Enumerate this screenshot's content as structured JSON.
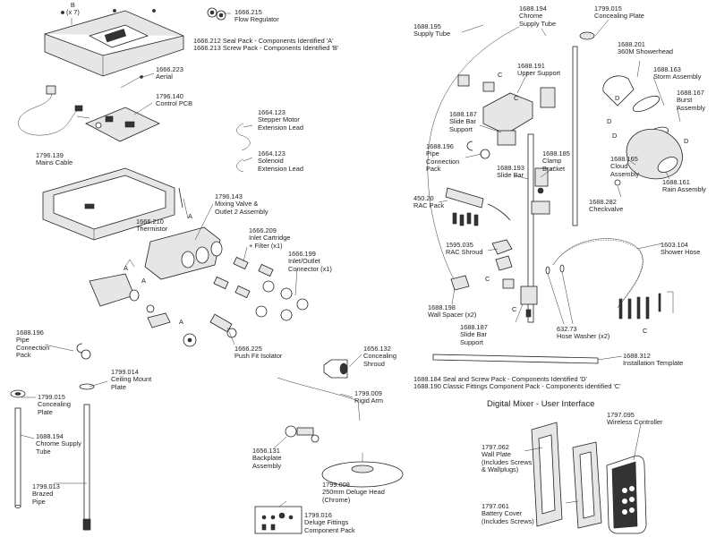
{
  "section_title": "Digital Mixer - User Interface",
  "parts": [
    {
      "key": "p_b7",
      "text": "B\n(x 7)"
    },
    {
      "key": "p_1666_215",
      "text": "1666.215\nFlow Regulator"
    },
    {
      "key": "p_1666_212",
      "text": "1666.212 Seal Pack - Components Identified 'A'\n1666.213 Screw Pack - Components Identified 'B'"
    },
    {
      "key": "p_1666_223",
      "text": "1666.223\nAerial"
    },
    {
      "key": "p_1796_140",
      "text": "1796.140\nControl PCB"
    },
    {
      "key": "p_1796_139",
      "text": "1796.139\nMains Cable"
    },
    {
      "key": "p_1664_123a",
      "text": "1664.123\nStepper Motor\nExtension Lead"
    },
    {
      "key": "p_1664_123b",
      "text": "1664.123\nSolenoid\nExtension Lead"
    },
    {
      "key": "p_1796_143",
      "text": "1796.143\nMixing Valve &\nOutlet 2 Assembly"
    },
    {
      "key": "p_1666_210",
      "text": "1666.210\nThermistor"
    },
    {
      "key": "p_1666_209",
      "text": "1666.209\nInlet Cartridge\n+ Filter (x1)"
    },
    {
      "key": "p_1666_199",
      "text": "1666.199\nInlet/Outlet\nConnector (x1)"
    },
    {
      "key": "p_1666_225",
      "text": "1666.225\nPush Fit Isolator"
    },
    {
      "key": "p_1688_196a",
      "text": "1688.196\nPipe\nConnection\nPack"
    },
    {
      "key": "p_1799_014",
      "text": "1799.014\nCeiling Mount\nPlate"
    },
    {
      "key": "p_1799_015a",
      "text": "1799.015\nConcealing\nPlate"
    },
    {
      "key": "p_1688_194a",
      "text": "1688.194\nChrome Supply\nTube"
    },
    {
      "key": "p_1799_013",
      "text": "1799.013\nBrazed\nPipe"
    },
    {
      "key": "p_1656_132",
      "text": "1656.132\nConcealing\nShroud"
    },
    {
      "key": "p_1799_009",
      "text": "1799.009\nRigid Arm"
    },
    {
      "key": "p_1656_131",
      "text": "1656.131\nBackplate\nAssembly"
    },
    {
      "key": "p_1799_008",
      "text": "1799.008\n250mm Deluge Head\n(Chrome)"
    },
    {
      "key": "p_1799_016",
      "text": "1799.016\nDeluge Fittings\nComponent Pack"
    },
    {
      "key": "p_1688_195",
      "text": "1688.195\nSupply Tube"
    },
    {
      "key": "p_1688_194b",
      "text": "1688.194\nChrome\nSupply Tube"
    },
    {
      "key": "p_1799_015b",
      "text": "1799.015\nConcealing Plate"
    },
    {
      "key": "p_1688_201",
      "text": "1688.201\n360M Showerhead"
    },
    {
      "key": "p_1688_191",
      "text": "1688.191\nUpper Support"
    },
    {
      "key": "p_1688_163",
      "text": "1688.163\nStorm Assembly"
    },
    {
      "key": "p_1688_167",
      "text": "1688.167\nBurst\nAssembly"
    },
    {
      "key": "p_1688_187a",
      "text": "1688.187\nSlide Bar\nSupport"
    },
    {
      "key": "p_1688_196b",
      "text": "1688.196\nPipe\nConnection\nPack"
    },
    {
      "key": "p_1688_193",
      "text": "1688.193\nSlide Bar"
    },
    {
      "key": "p_1688_185",
      "text": "1688.185\nClamp\nBracket"
    },
    {
      "key": "p_1688_165",
      "text": "1688.165\nCloud\nAssembly"
    },
    {
      "key": "p_1688_161",
      "text": "1688.161\nRain Assembly"
    },
    {
      "key": "p_450_20",
      "text": "450.20\nRAC Pack"
    },
    {
      "key": "p_1688_282",
      "text": "1688.282\nCheckvalve"
    },
    {
      "key": "p_1595_035",
      "text": "1595.035\nRAC Shroud"
    },
    {
      "key": "p_1603_104",
      "text": "1603.104\nShower Hose"
    },
    {
      "key": "p_1688_198",
      "text": "1688.198\nWall Spacer (x2)"
    },
    {
      "key": "p_1688_187b",
      "text": "1688.187\nSlide Bar\nSupport"
    },
    {
      "key": "p_632_73",
      "text": "632.73\nHose Washer (x2)"
    },
    {
      "key": "p_1688_312",
      "text": "1688.312\nInstallation Template"
    },
    {
      "key": "p_1688_184",
      "text": "1688.184 Seal and Screw Pack - Components Identified 'D'\n1688.190 Classic Fittings Component Pack - Components identified 'C'"
    },
    {
      "key": "p_1797_095",
      "text": "1797.095\nWireless Controller"
    },
    {
      "key": "p_1797_062",
      "text": "1797.062\nWall Plate\n(Includes Screws\n& Wallplugs)"
    },
    {
      "key": "p_1797_061",
      "text": "1797.061\nBattery Cover\n(Includes Screws)"
    }
  ],
  "markers": [
    {
      "key": "m_a1",
      "text": "A"
    },
    {
      "key": "m_a2",
      "text": "A"
    },
    {
      "key": "m_a3",
      "text": "A"
    },
    {
      "key": "m_a4",
      "text": "A"
    },
    {
      "key": "m_c1",
      "text": "C"
    },
    {
      "key": "m_c2",
      "text": "C"
    },
    {
      "key": "m_c3",
      "text": "C"
    },
    {
      "key": "m_c4",
      "text": "C"
    },
    {
      "key": "m_c5",
      "text": "C"
    },
    {
      "key": "m_d1",
      "text": "D"
    },
    {
      "key": "m_d2",
      "text": "D"
    },
    {
      "key": "m_d3",
      "text": "D"
    },
    {
      "key": "m_d4",
      "text": "D"
    }
  ]
}
